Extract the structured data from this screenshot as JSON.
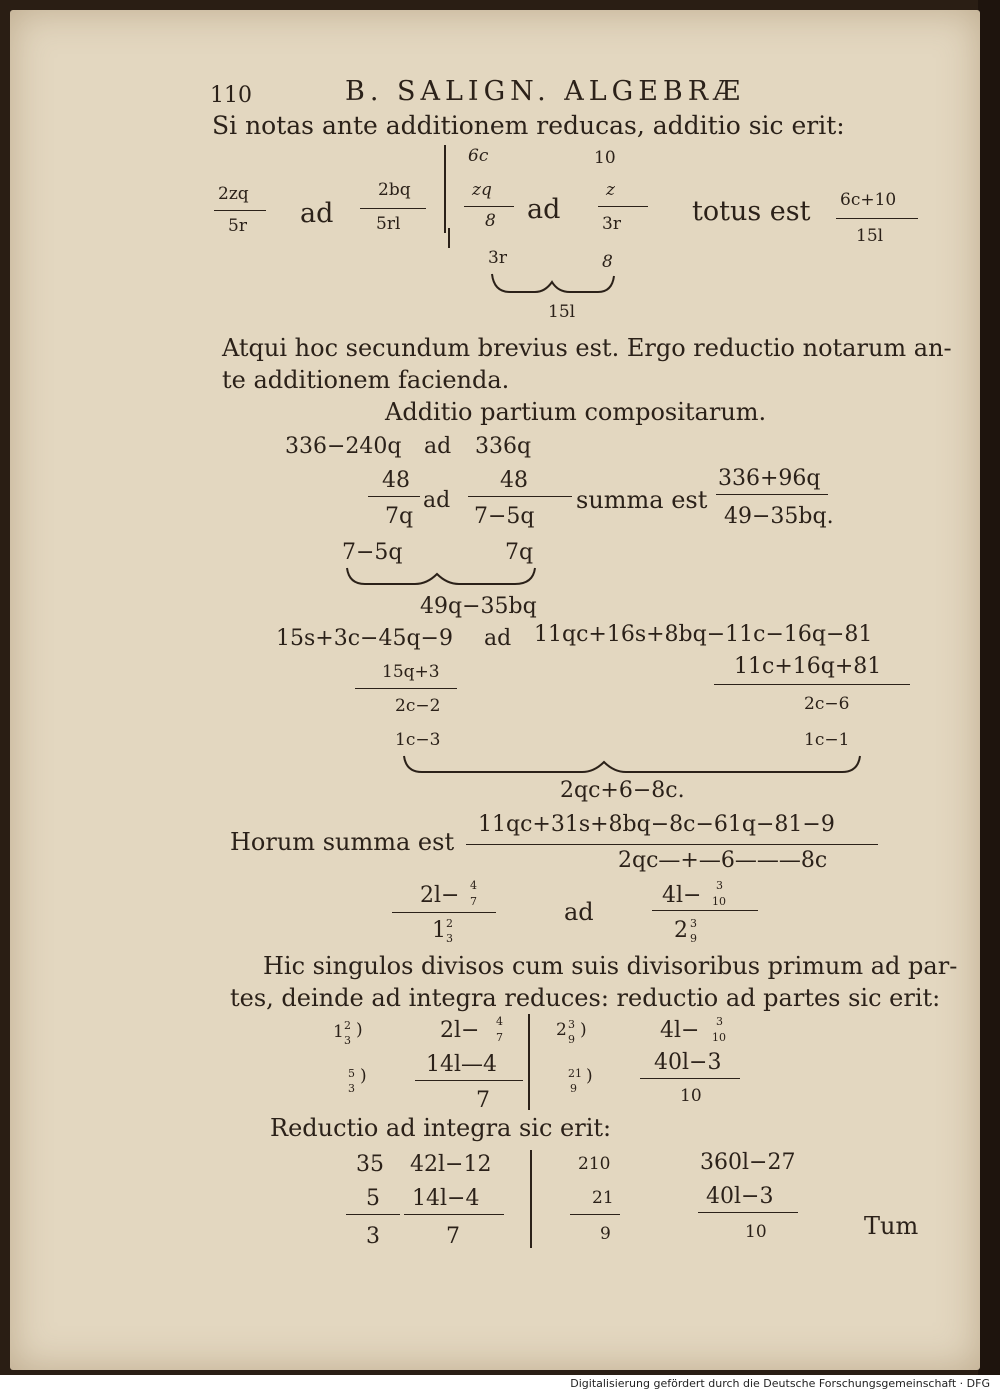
{
  "header": {
    "page_number": "110",
    "running_title": "B. SALIGN. ALGEBRÆ"
  },
  "intro_line": "Si notas ante additionem reducas, additio sic erit:",
  "block1": {
    "f1_num": "2zq",
    "f1_den": "5r",
    "ad1": "ad",
    "f2_num": "2bq",
    "f2_den": "5rl",
    "top_6c": "6c",
    "top_10": "10",
    "f3_num": "zq",
    "f3_den": "8",
    "ad2": "ad",
    "f4_num": "z",
    "f4_den": "3r",
    "below_3r": "3r",
    "below_8": "8",
    "result_15l": "15l",
    "totus_label": "totus est",
    "tot_num": "6c+10",
    "tot_den": "15l"
  },
  "para1_line1": "Atqui hoc secundum brevius est. Ergo reductio notarum an-",
  "para1_line2": "te additionem facienda.",
  "heading": "Additio partium compositarum.",
  "block2": {
    "top_left": "336−240q",
    "top_ad": "ad",
    "top_right": "336q",
    "f1_num": "48",
    "f1_den": "7q",
    "ad": "ad",
    "f2_num": "48",
    "f2_den": "7−5q",
    "summa_label": "summa est",
    "sum_num": "336+96q",
    "sum_den": "49−35bq.",
    "under_left": "7−5q",
    "under_right": "7q",
    "result": "49q−35bq"
  },
  "block3": {
    "top_left": "15s+3c−45q−9",
    "top_ad": "ad",
    "top_right": "11qc+16s+8bq−11c−16q−81",
    "l_num": "15q+3",
    "l_den": "2c−2",
    "l_fac": "1c−3",
    "r_num": "11c+16q+81",
    "r_den": "2c−6",
    "r_fac": "1c−1",
    "result": "2qc+6−8c."
  },
  "block4": {
    "label": "Horum summa est",
    "num": "11qc+31s+8bq−8c−61q−81−9",
    "den": "2qc—+—6———8c"
  },
  "block5": {
    "l_whole": "2l−",
    "l_fn": "4",
    "l_fd": "7",
    "l_den_whole": "1",
    "l_den_fn": "2",
    "l_den_fd": "3",
    "ad": "ad",
    "r_whole": "4l−",
    "r_fn": "3",
    "r_fd": "10",
    "r_den_whole": "2",
    "r_den_fn": "3",
    "r_den_fd": "9"
  },
  "para2_line1": "Hic singulos divisos cum suis divisoribus primum ad par-",
  "para2_line2": "tes, deinde ad integra reduces: reductio ad partes sic erit:",
  "block6": {
    "a_w": "1",
    "a_n": "2",
    "a_d": "3",
    "a_paren": ")",
    "b_w": "2l−",
    "b_n": "4",
    "b_d": "7",
    "c_n": "5",
    "c_d": "3",
    "c_paren": ")",
    "d_num": "14l—4",
    "d_den": "7",
    "e_w": "2",
    "e_n": "3",
    "e_d": "9",
    "e_paren": ")",
    "f_w": "4l−",
    "f_n": "3",
    "f_d": "10",
    "g_n": "21",
    "g_d": "9",
    "g_paren": ")",
    "h_num": "40l−3",
    "h_den": "10"
  },
  "para3": "Reductio ad integra sic erit:",
  "block7": {
    "c1_top": "35",
    "c1_mid": "5",
    "c1_bot": "3",
    "c2_top": "42l−12",
    "c2_mid": "14l−4",
    "c2_bot": "7",
    "c3_top": "210",
    "c3_mid": "21",
    "c3_bot": "9",
    "c4_top": "360l−27",
    "c4_mid": "40l−3",
    "c4_bot": "10",
    "catchword": "Tum"
  },
  "footer": {
    "credit": "Digitalisierung gefördert durch die Deutsche Forschungsgemeinschaft · DFG"
  }
}
